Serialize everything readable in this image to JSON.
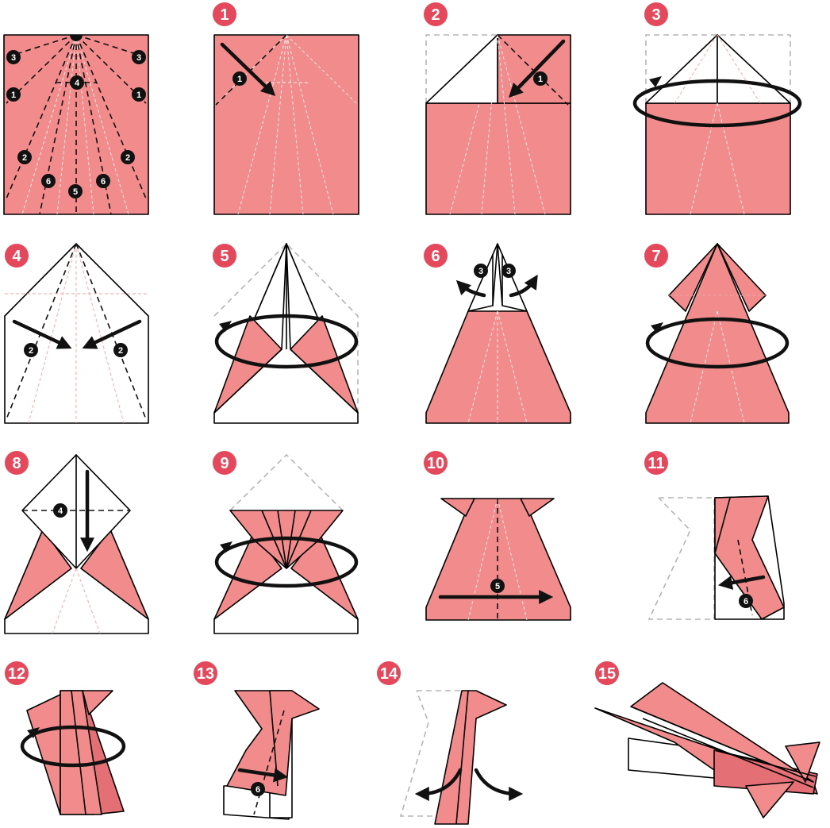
{
  "steps": [
    {
      "number": "1"
    },
    {
      "number": "2"
    },
    {
      "number": "3"
    },
    {
      "number": "4"
    },
    {
      "number": "5"
    },
    {
      "number": "6"
    },
    {
      "number": "7"
    },
    {
      "number": "8"
    },
    {
      "number": "9"
    },
    {
      "number": "10"
    },
    {
      "number": "11"
    },
    {
      "number": "12"
    },
    {
      "number": "13"
    },
    {
      "number": "14"
    },
    {
      "number": "15"
    }
  ],
  "fold_labels": {
    "crease_map": [
      "3",
      "3",
      "4",
      "1",
      "1",
      "2",
      "2",
      "6",
      "5",
      "6"
    ],
    "step1": "1",
    "step2": "1",
    "step4": [
      "2",
      "2"
    ],
    "step6": [
      "3",
      "3"
    ],
    "step8": "4",
    "step10": "5",
    "step11": "6",
    "step13": "6"
  },
  "colors": {
    "paper": "#F28B8B",
    "paper_dark": "#E46F75",
    "badge": "#E5485A",
    "ink": "#111111",
    "ghost_outline": "#B5B5B5"
  }
}
